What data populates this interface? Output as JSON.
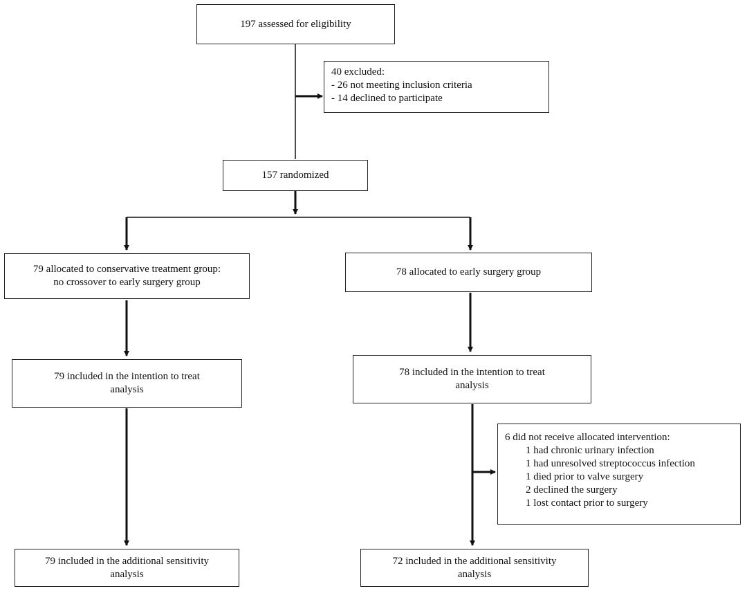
{
  "assessed": "197 assessed for eligibility",
  "excluded": {
    "title": "40 excluded:",
    "items": [
      "- 26 not meeting inclusion criteria",
      "- 14 declined to participate"
    ]
  },
  "randomized": "157 randomized",
  "conservative": {
    "allocated": {
      "line1": "79 allocated to conservative treatment group:",
      "line2": "no crossover to early surgery group"
    },
    "itt": {
      "line1": "79 included in the intention to treat",
      "line2": "analysis"
    },
    "sensitivity": {
      "line1": "79 included in the additional sensitivity",
      "line2": "analysis"
    }
  },
  "surgery": {
    "allocated": "78 allocated to early surgery group",
    "itt": {
      "line1": "78 included in the intention to treat",
      "line2": "analysis"
    },
    "not_received": {
      "title": "6 did not receive allocated intervention:",
      "items": [
        "1 had chronic urinary infection",
        "1 had unresolved streptococcus infection",
        "1 died prior to valve surgery",
        "2 declined the surgery",
        "1 lost contact prior to surgery"
      ]
    },
    "sensitivity": {
      "line1": "72 included in the additional sensitivity",
      "line2": "analysis"
    }
  }
}
